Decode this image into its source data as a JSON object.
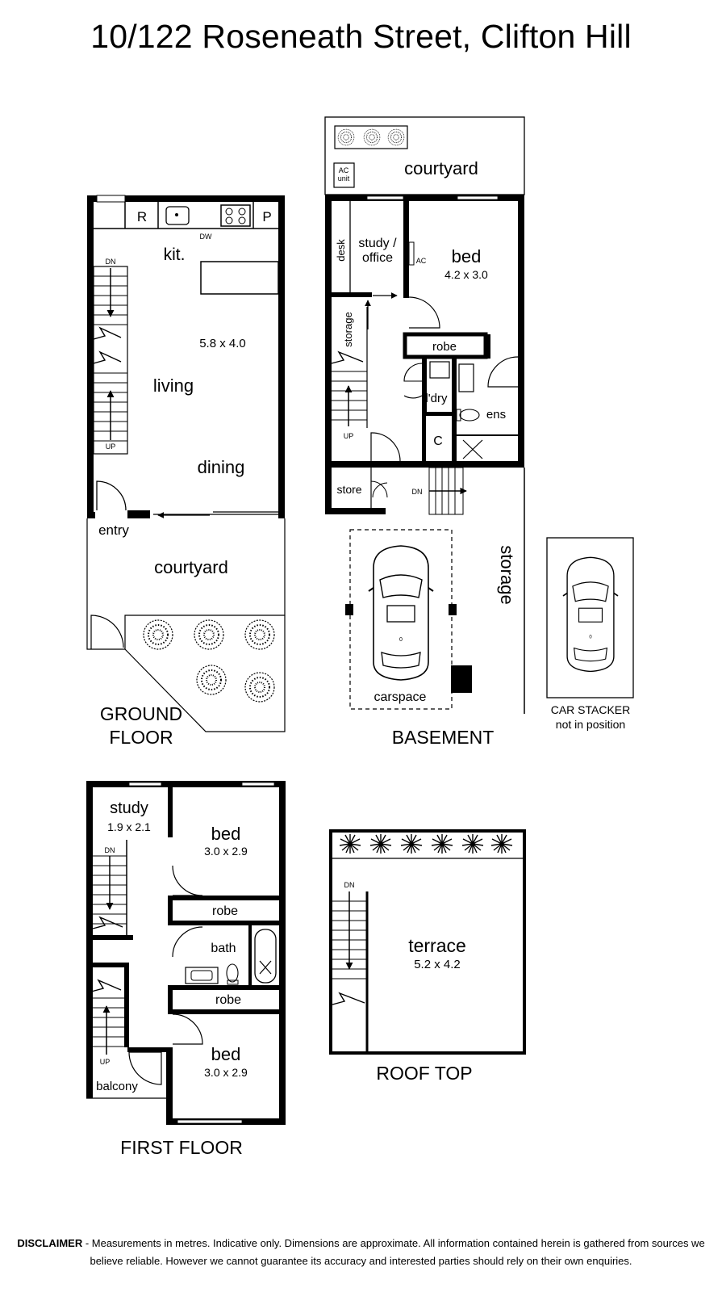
{
  "title": "10/122 Roseneath Street, Clifton Hill",
  "floors": {
    "ground": {
      "name_line1": "GROUND",
      "name_line2": "FLOOR",
      "fixtures": {
        "fridge": "R",
        "pantry": "P",
        "dishwasher": "DW"
      },
      "rooms": {
        "kitchen": "kit.",
        "living_dims": "5.8 x 4.0",
        "living": "living",
        "dining": "dining",
        "entry": "entry",
        "courtyard": "courtyard"
      },
      "stairs": {
        "down": "DN",
        "up": "UP"
      }
    },
    "basement": {
      "name": "BASEMENT",
      "rooms": {
        "courtyard": "courtyard",
        "ac_unit_line1": "AC",
        "ac_unit_line2": "unit",
        "desk": "desk",
        "study_line1": "study /",
        "study_line2": "office",
        "ac": "AC",
        "bed": "bed",
        "bed_dims": "4.2 x 3.0",
        "storage_vertical": "storage",
        "robe": "robe",
        "laundry": "l'dry",
        "ensuite": "ens",
        "cupboard": "C",
        "store": "store",
        "storage": "storage",
        "carspace": "carspace"
      },
      "stairs": {
        "down": "DN",
        "up": "UP"
      },
      "car_stacker_line1": "CAR STACKER",
      "car_stacker_line2": "not in position"
    },
    "first": {
      "name": "FIRST FLOOR",
      "rooms": {
        "study": "study",
        "study_dims": "1.9 x 2.1",
        "bed1": "bed",
        "bed1_dims": "3.0 x 2.9",
        "robe1": "robe",
        "bath": "bath",
        "robe2": "robe",
        "bed2": "bed",
        "bed2_dims": "3.0 x 2.9",
        "balcony": "balcony"
      },
      "stairs": {
        "down": "DN",
        "up": "UP"
      }
    },
    "roof": {
      "name": "ROOF TOP",
      "rooms": {
        "terrace": "terrace",
        "terrace_dims": "5.2 x 4.2"
      },
      "stairs": {
        "down": "DN"
      }
    }
  },
  "disclaimer": {
    "label": "DISCLAIMER",
    "text": " - Measurements in metres. Indicative only. Dimensions are approximate. All information contained herein is gathered from sources we believe reliable. However we cannot guarantee its accuracy and interested parties should rely on their own enquiries."
  }
}
